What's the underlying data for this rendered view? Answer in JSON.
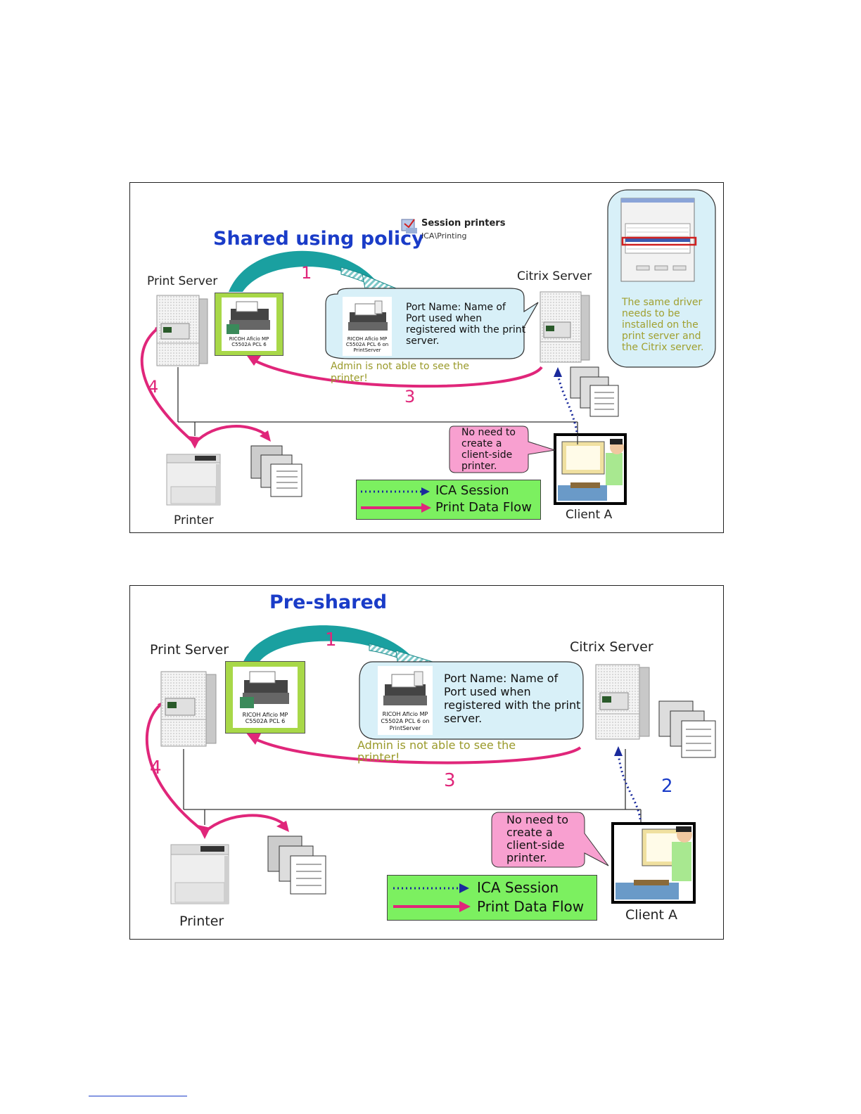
{
  "diagram1": {
    "title": "Shared using policy",
    "session_printers_title": "Session printers",
    "session_printers_path": "ICA\\Printing",
    "print_server_label": "Print Server",
    "citrix_server_label": "Citrix Server",
    "printer_label": "Printer",
    "client_label": "Client A",
    "driver_card_text": "RICOH Aficio MP C5502A PCL 6",
    "port_card_text": "RICOH Aficio MP C5502A PCL 6 on PrintServer",
    "bubble_text": "Port Name: Name of Port used when registered with the print server.",
    "admin_note": "Admin is not able to see the printer!",
    "client_note": "No need to create a client-side printer.",
    "side_note": "The same driver needs to be installed on the print server and the Citrix server.",
    "step_1": "1",
    "step_3": "3",
    "step_4": "4",
    "legend_ica": "ICA Session",
    "legend_print": "Print Data Flow"
  },
  "diagram2": {
    "title": "Pre-shared",
    "print_server_label": "Print Server",
    "citrix_server_label": "Citrix Server",
    "printer_label": "Printer",
    "client_label": "Client A",
    "driver_card_text": "RICOH Aficio MP C5502A PCL 6",
    "port_card_text": "RICOH Aficio MP C5502A PCL 6 on PrintServer",
    "bubble_text": "Port Name: Name of Port used when registered with the print server.",
    "admin_note": "Admin is not able to see the printer!",
    "client_note": "No need to create a client-side printer.",
    "step_1": "1",
    "step_2": "2",
    "step_3": "3",
    "step_4": "4",
    "legend_ica": "ICA Session",
    "legend_print": "Print Data Flow"
  },
  "colors": {
    "title_blue": "#1a3cc8",
    "flow_pink": "#e0267a",
    "ica_blue": "#1a2a9c",
    "legend_green": "#7cf060",
    "bubble_blue": "#d8f0f8",
    "note_pink": "#f8a0d0",
    "arrow_teal": "#1aa0a0",
    "card_green": "#a8d848",
    "admin_text": "#9a9a2a"
  }
}
